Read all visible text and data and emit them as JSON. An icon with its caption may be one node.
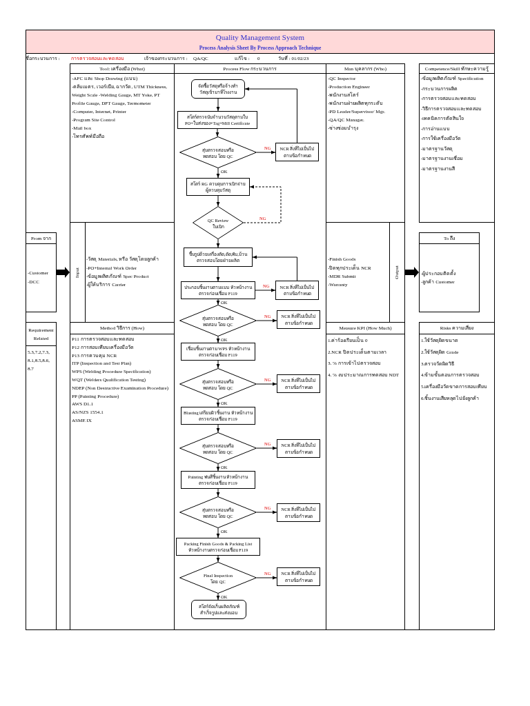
{
  "diagram": {
    "title": "Quality Management System",
    "nodes": [
      {
        "text": [
          "Tool: เครื่องมือ (What)",
          "-AFC และ Shop Drawing (แบบ)",
          "-ตลับเมตร, เวอร์เนีย, ฉากวัด, UTM Thickness, Weight Scale -Welding Gauge, MT Yoke, PT Profile Gauge, DFT Gauge, Termometer",
          "-Computer, Internet, Printer",
          "-Program Site Control",
          "-Mail box",
          "-โทรศัพท์มือถือ"
        ]
      },
      {
        "text": [
          "Process Flow กระบวนการ"
        ]
      },
      {
        "text": [
          "Man บุคลากร (Who)",
          "-QC Inspector",
          "-Production Engineer",
          "-พนักงานสโตร์",
          "-พนักงานฝ่ายผลิตทุกระดับ",
          "-PD Leader/Supervisor/ Mgr.",
          "-QA/QC Manager.",
          "-ช่างซ่อมบำรุง"
        ]
      },
      {
        "text": [
          "Competence/Skill ทักษะความรู้",
          "-ข้อมูลผลิตภัณฑ์ Specification",
          "-กระบวนการผลิต",
          "-การตรวจสอบและทดสอบ",
          "-วิธีการตรวจสอบและทดสอบ",
          "-เทคนิคการตัดสินใจ",
          "-การอ่านแบบ",
          "-การใช้เครื่องมือวัด",
          "-มาตรฐานวัสดุ",
          "-มาตรฐานงานเชื่อม",
          "-มาตรฐานงานสี"
        ]
      },
      {
        "text": [
          "From จาก",
          "-Customer",
          "-DCC"
        ]
      },
      {
        "text": [
          "Input",
          "-วัสดุ Materials, หรือ วัสดุโดยลูกค้า",
          "-PO+Internal Work Order",
          "-ข้อมูลผลิตภัณฑ์ Spec Product",
          "-ผู้ให้บริการ Carrier"
        ]
      },
      {
        "text": [
          "Output",
          "-Finish Goods",
          "-ปิดทุกประเด็น NCR",
          "-MDR Submit",
          "-Warranty"
        ]
      },
      {
        "text": [
          "To ถึง",
          "-ผู้ประกอบติดตั้ง",
          "-ลูกค้า Customer"
        ]
      },
      {
        "text": [
          "Requirement Related",
          "5.3,7.2,7.3, 8.1,8.5,8.6, 8.7"
        ]
      },
      {
        "text": [
          "Method วิธีการ (How)",
          "P11 การตรวจสอบและทดสอบ",
          "P12 การสอบเทียบเครื่องมือวัด",
          "P13 การควบคุม NCR",
          "ITP (Inspection and Test Plan)",
          "WPS (Welding Procedure Specification)",
          "WQT (Welders Qualification Testing)",
          "NDEP (Non Destructive Examination Procedure)",
          "PP (Painting Procedure)",
          "AWS D1.1",
          "AS/NZS 1554.1",
          "ASME IX"
        ]
      },
      {
        "text": [
          "Measure KPI (How Much)",
          "1.ค่าร้องเรียนเป็น 0",
          "2.NCR ปิดประเด็นตามเวลา",
          "3. % การเข้าไปตรวจสอบ",
          "4. % งบประมาณการทดสอบ NDT"
        ]
      },
      {
        "text": [
          "Risks ความเสี่ยง",
          "1.ใช้วัสดุผิดขนาด",
          "2.ใช้วัสดุผิด Grade",
          "3.ตรวจวัดผิดวิธี",
          "4.ข้ามขั้นตอนการตรวจสอบ",
          "5.เครื่องมือวัดขาดการสอบเทียบ",
          "6.ชิ้นงานเสียหลุดไปยังลูกค้า"
        ]
      },
      {
        "text": [
          "จัดซื้อวัสดุหรือจ้างทำ วัสดุเข้ามาที่โรงงาน"
        ],
        "in": 1
      },
      {
        "text": [
          "สโตร์ตรวจนับจำนวนวัสดุตามใบ PO+ใบส่งของ+Tag+Mill Certificate"
        ],
        "in": 1
      },
      {
        "text": [
          "สุ่มตรวจสอบหรือทดสอบ โดย QC"
        ],
        "in": 1
      },
      {
        "text": [
          "NCR สิ่งที่ไม่เป็นไปตามข้อกำหนด"
        ],
        "in": 1
      },
      {
        "text": [
          "สโตร์ RG ควบคุมการเบิกจ่าย ผู้ควบคุมวัสดุ"
        ],
        "in": 1
      },
      {
        "text": [
          "QC Review ใบเบิก"
        ],
        "in": 1
      },
      {
        "text": [
          "ขึ้นรูปด้วยเครื่องตัด,ดัด,พับ,ม้วน ตรวจสอบโดยฝ่ายผลิต"
        ],
        "in": 1
      },
      {
        "text": [
          "ประกอบชิ้นงานตามแบบ หัวหน้างานตรวจก่อนเชื่อม F119"
        ],
        "in": 1
      },
      {
        "text": [
          "NCR สิ่งที่ไม่เป็นไปตามข้อกำหนด"
        ],
        "in": 1
      },
      {
        "text": [
          "สุ่มตรวจสอบหรือทดสอบ โดย QC"
        ],
        "in": 1
      },
      {
        "text": [
          "NCR สิ่งที่ไม่เป็นไปตามข้อกำหนด"
        ],
        "in": 1
      },
      {
        "text": [
          "เชื่อมชิ้นงานตาม WPS หัวหน้างานตรวจก่อนเชื่อม F119"
        ],
        "in": 1
      },
      {
        "text": [
          "สุ่มตรวจสอบหรือทดสอบ โดย QC"
        ],
        "in": 1
      },
      {
        "text": [
          "NCR สิ่งที่ไม่เป็นไปตามข้อกำหนด"
        ],
        "in": 1
      },
      {
        "text": [
          "Blasting เตรียมผิวชิ้นงาน หัวหน้างานตรวจก่อนเชื่อม F119"
        ],
        "in": 1
      },
      {
        "text": [
          "สุ่มตรวจสอบหรือทดสอบ โดย QC"
        ],
        "in": 1
      },
      {
        "text": [
          "NCR สิ่งที่ไม่เป็นไปตามข้อกำหนด"
        ],
        "in": 1
      },
      {
        "text": [
          "Painting พ่นสีชิ้นงาน หัวหน้างานตรวจก่อนเชื่อม F119"
        ],
        "in": 1
      },
      {
        "text": [
          "สุ่มตรวจสอบหรือทดสอบ โดย QC"
        ],
        "in": 1
      },
      {
        "text": [
          "NCR สิ่งที่ไม่เป็นไปตามข้อกำหนด"
        ],
        "in": 1
      },
      {
        "text": [
          "Packing Finish Goods & Packing List หัวหน้างานตรวจก่อนเชื่อม F119"
        ],
        "in": 1
      },
      {
        "text": [
          "Final Inspection โดย QC"
        ],
        "in": 1
      },
      {
        "text": [
          "NCR สิ่งที่ไม่เป็นไปตามข้อกำหนด"
        ],
        "in": 1
      },
      {
        "text": [
          "สโตร์จัดเก็บผลิตภัณฑ์สำเร็จรูปและส่งมอบ"
        ],
        "in": 1
      }
    ],
    "edges": [
      {
        "from": 4,
        "to": 5,
        "arrow": "to",
        "style": "thick"
      },
      {
        "from": 6,
        "to": 7,
        "arrow": "to",
        "style": "thick"
      },
      {
        "from": 12,
        "to": 13,
        "arrow": "to"
      },
      {
        "from": 13,
        "to": 14,
        "arrow": "to"
      },
      {
        "from": 14,
        "to": 15,
        "arrow": "to",
        "label": "NG"
      },
      {
        "from": 15,
        "to": 12,
        "arrow": "to"
      },
      {
        "from": 14,
        "to": 16,
        "arrow": "to",
        "label": "OK"
      },
      {
        "from": 16,
        "to": 17,
        "arrow": "to"
      },
      {
        "from": 17,
        "to": 16,
        "arrow": "to",
        "label": "NG",
        "style": "dashed"
      },
      {
        "from": 17,
        "to": 18,
        "arrow": "to"
      },
      {
        "from": 18,
        "to": 19,
        "arrow": "to"
      },
      {
        "from": 19,
        "to": 20,
        "arrow": "to",
        "label": "NG"
      },
      {
        "from": 20,
        "to": 18,
        "arrow": "to"
      },
      {
        "from": 19,
        "to": 21,
        "arrow": "to",
        "label": "OK"
      },
      {
        "from": 21,
        "to": 22,
        "arrow": "to",
        "label": "NG"
      },
      {
        "from": 21,
        "to": 23,
        "arrow": "to",
        "label": "OK"
      },
      {
        "from": 23,
        "to": 24,
        "arrow": "to"
      },
      {
        "from": 24,
        "to": 25,
        "arrow": "to",
        "label": "NG"
      },
      {
        "from": 24,
        "to": 26,
        "arrow": "to",
        "label": "OK"
      },
      {
        "from": 26,
        "to": 27,
        "arrow": "to"
      },
      {
        "from": 27,
        "to": 28,
        "arrow": "to",
        "label": "NG"
      },
      {
        "from": 27,
        "to": 29,
        "arrow": "to",
        "label": "OK"
      },
      {
        "from": 29,
        "to": 30,
        "arrow": "to"
      },
      {
        "from": 30,
        "to": 31,
        "arrow": "to",
        "label": "NG"
      },
      {
        "from": 30,
        "to": 32,
        "arrow": "to",
        "label": "OK"
      },
      {
        "from": 32,
        "to": 33,
        "arrow": "to"
      },
      {
        "from": 33,
        "to": 34,
        "arrow": "to",
        "label": "NG"
      },
      {
        "from": 33,
        "to": 35,
        "arrow": "to",
        "label": "OK"
      }
    ],
    "labels": [
      "Process Analysis Sheet By Process Approach Technique",
      "ชื่อกระบวนการ :",
      "การตรวจสอบและทดสอบ",
      "เจ้าของกระบวนการ :",
      "QA/QC",
      "แก้ไข :",
      "0",
      "วันที่ : 01/02/23"
    ]
  }
}
